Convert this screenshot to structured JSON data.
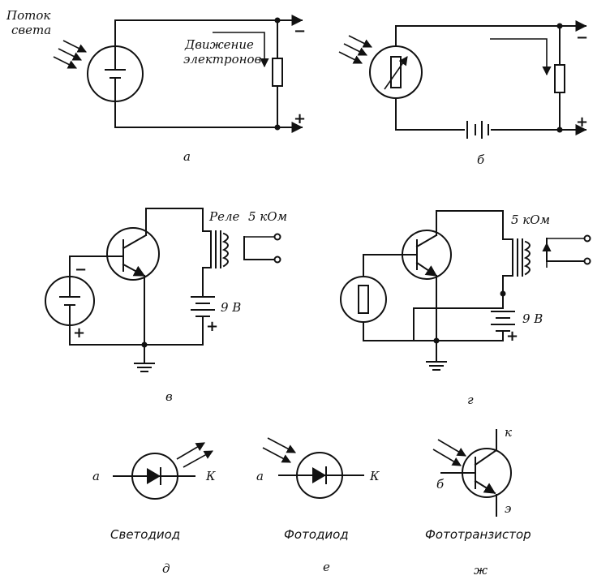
{
  "panel_a": {
    "light_label_1": "Поток",
    "light_label_2": "света",
    "electron_label_1": "Движение",
    "electron_label_2": "электронов",
    "minus": "−",
    "plus": "+",
    "caption": "а"
  },
  "panel_b": {
    "minus": "−",
    "plus": "+",
    "caption": "б"
  },
  "panel_c": {
    "relay_label": "Реле",
    "resistance_label": "5 кОм",
    "voltage_label": "9 В",
    "minus": "−",
    "plus": "+",
    "battery_plus": "+",
    "caption": "в"
  },
  "panel_d": {
    "resistance_label": "5 кОм",
    "voltage_label": "9 В",
    "battery_plus": "+",
    "caption": "г"
  },
  "led": {
    "anode_label": "а",
    "cathode_label": "К",
    "name": "Светодиод",
    "caption": "д"
  },
  "photodiode": {
    "anode_label": "а",
    "cathode_label": "К",
    "name": "Фотодиод",
    "caption": "е"
  },
  "phototransistor": {
    "collector_label": "к",
    "base_label": "б",
    "emitter_label": "э",
    "name": "Фототранзистор",
    "caption": "ж"
  }
}
